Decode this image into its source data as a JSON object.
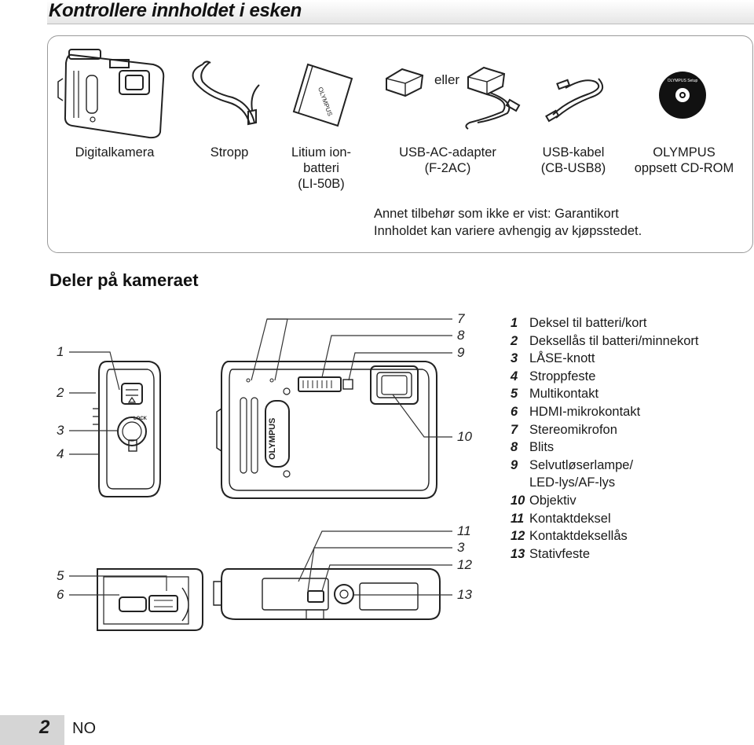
{
  "header": {
    "title": "Kontrollere innholdet i esken"
  },
  "box": {
    "or_label": "eller",
    "cd_label": "OLYMPUS Setup",
    "items": [
      {
        "label": "Digitalkamera"
      },
      {
        "label": "Stropp"
      },
      {
        "label_lines": [
          "Litium ion-",
          "batteri",
          "(LI-50B)"
        ]
      },
      {
        "label_lines": [
          "USB-AC-adapter",
          "(F-2AC)"
        ]
      },
      {
        "label_lines": [
          "USB-kabel",
          "(CB-USB8)"
        ]
      },
      {
        "label_lines": [
          "OLYMPUS",
          "oppsett CD-ROM"
        ]
      }
    ],
    "notes": [
      "Annet tilbehør som ikke er vist: Garantikort",
      "Innholdet kan variere avhengig av kjøpsstedet."
    ]
  },
  "parts": {
    "title": "Deler på kameraet",
    "brand": "OLYMPUS",
    "lock_text": "LOCK",
    "callouts_left": [
      "1",
      "2",
      "3",
      "4",
      "5",
      "6"
    ],
    "callouts_right": [
      "7",
      "8",
      "9",
      "10",
      "11",
      "3",
      "12",
      "13"
    ],
    "list": [
      {
        "num": "1",
        "text": "Deksel til batteri/kort"
      },
      {
        "num": "2",
        "text": "Deksellås til batteri/minnekort"
      },
      {
        "num": "3",
        "text": "LÅSE-knott"
      },
      {
        "num": "4",
        "text": "Stroppfeste"
      },
      {
        "num": "5",
        "text": "Multikontakt"
      },
      {
        "num": "6",
        "text": "HDMI-mikrokontakt"
      },
      {
        "num": "7",
        "text": "Stereomikrofon"
      },
      {
        "num": "8",
        "text": "Blits"
      },
      {
        "num": "9",
        "text": "Selvutløserlampe/"
      },
      {
        "num": "",
        "text": "LED-lys/AF-lys"
      },
      {
        "num": "10",
        "text": "Objektiv"
      },
      {
        "num": "11",
        "text": "Kontaktdeksel"
      },
      {
        "num": "12",
        "text": "Kontaktdeksellås"
      },
      {
        "num": "13",
        "text": "Stativfeste"
      }
    ]
  },
  "footer": {
    "page_number": "2",
    "language": "NO"
  }
}
